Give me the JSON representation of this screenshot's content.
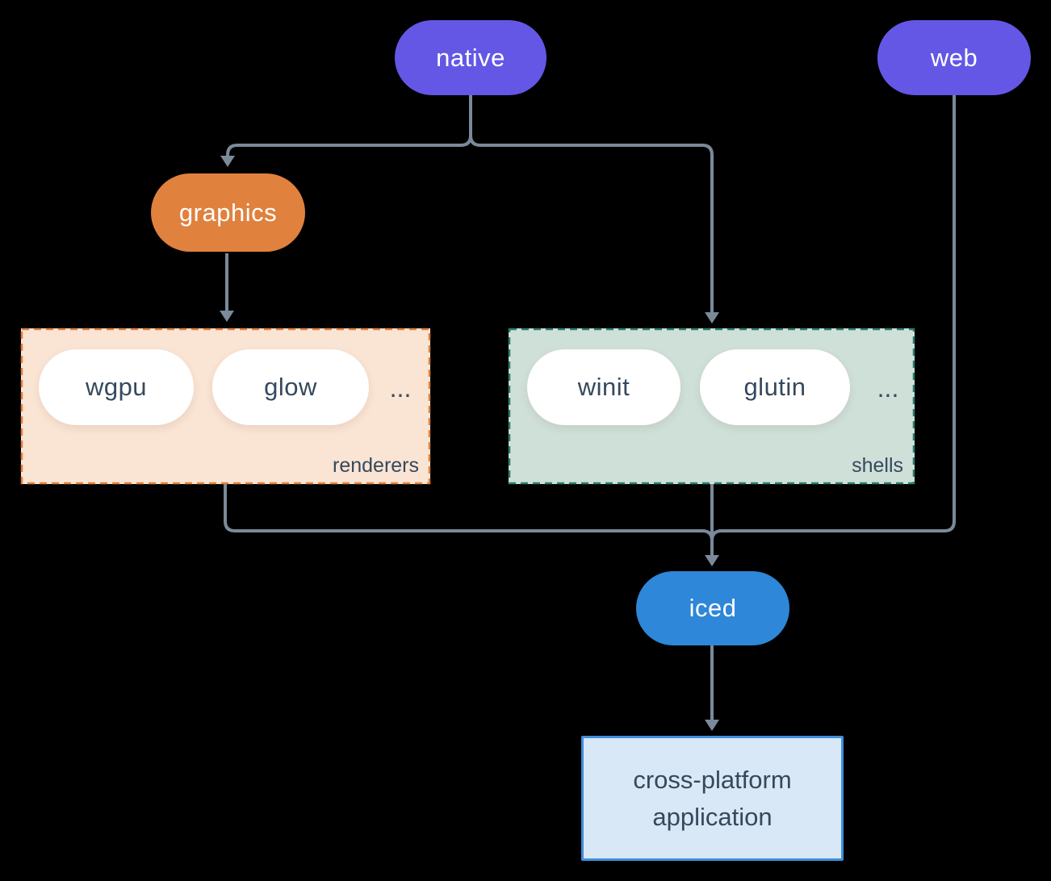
{
  "colors": {
    "background": "#000000",
    "purple": "#6457e6",
    "orange": "#e0813e",
    "blue": "#2e87d8",
    "line": "#7a8a9b",
    "dark_text": "#35495c",
    "pill_text": "#ffffff",
    "pill_bg": "#ffffff",
    "renderers_bg": "#fae4d4",
    "renderers_border": "#e0813e",
    "shells_bg": "#cfe0d8",
    "shells_border": "#2d7c6e",
    "app_bg": "#d8e8f7",
    "app_border": "#4090d9"
  },
  "nodes": {
    "native": {
      "label": "native"
    },
    "web": {
      "label": "web"
    },
    "graphics": {
      "label": "graphics"
    },
    "iced": {
      "label": "iced"
    },
    "application": {
      "line1": "cross-platform",
      "line2": "application"
    }
  },
  "groups": {
    "renderers": {
      "label": "renderers",
      "items": [
        "wgpu",
        "glow"
      ],
      "ellipsis": "..."
    },
    "shells": {
      "label": "shells",
      "items": [
        "winit",
        "glutin"
      ],
      "ellipsis": "..."
    }
  },
  "edges": [
    {
      "from": "native",
      "to": "graphics"
    },
    {
      "from": "native",
      "to": "shells"
    },
    {
      "from": "graphics",
      "to": "renderers"
    },
    {
      "from": "renderers",
      "to": "iced"
    },
    {
      "from": "shells",
      "to": "iced"
    },
    {
      "from": "web",
      "to": "iced"
    },
    {
      "from": "iced",
      "to": "application"
    }
  ]
}
